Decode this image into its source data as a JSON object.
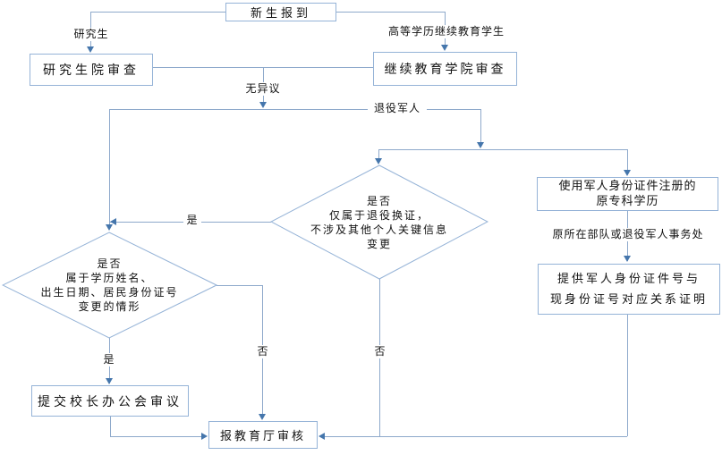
{
  "flowchart": {
    "nodes": {
      "start": {
        "label": "新生报到"
      },
      "graduate_school_review": {
        "label": "研究生院审查"
      },
      "continuing_education_review": {
        "label": "继续教育学院审查"
      },
      "military_id_diploma": {
        "lines": [
          "使用军人身份证件注册的",
          "原专科学历"
        ]
      },
      "id_proof": {
        "lines": [
          "提供军人身份证件号与",
          "现身份证号对应关系证明"
        ]
      },
      "decision_veteran_cert": {
        "lines": [
          "是否",
          "仅属于退役换证，",
          "不涉及其他个人关键信息",
          "变更"
        ]
      },
      "decision_key_info_change": {
        "lines": [
          "是否",
          "属于学历姓名、",
          "出生日期、居民身份证号",
          "变更的情形"
        ]
      },
      "president_office_review": {
        "label": "提交校长办公会审议"
      },
      "education_dept_review": {
        "label": "报教育厅审核"
      }
    },
    "edge_labels": {
      "graduate": "研究生",
      "continuing_student": "高等学历继续教育学生",
      "no_objection": "无异议",
      "veteran": "退役军人",
      "yes_center": "是",
      "yes_left": "是",
      "no_left": "否",
      "no_center": "否",
      "former_unit": "原所在部队或退役军人事务处"
    },
    "colors": {
      "line": "#8ea9cb",
      "arrowhead": "#4576ac",
      "box_border": "#95b3d7",
      "box_fill": "#ffffff",
      "text": "#111111"
    }
  }
}
